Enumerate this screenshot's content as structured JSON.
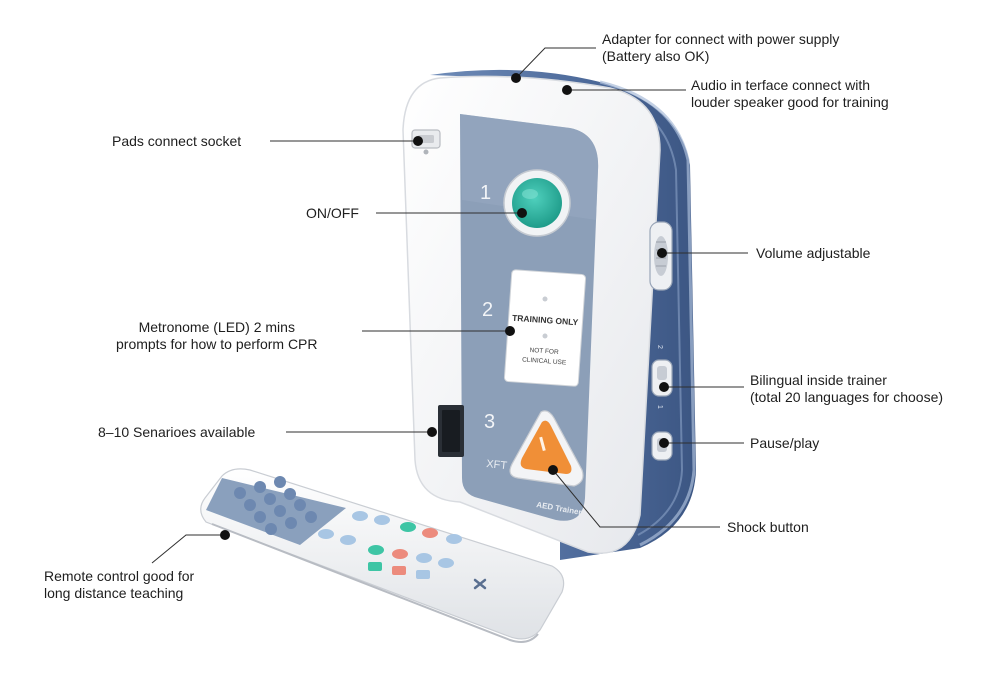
{
  "device": {
    "step_numbers": [
      "1",
      "2",
      "3"
    ],
    "training_panel": {
      "line1": "TRAINING ONLY",
      "line2": "NOT FOR",
      "line3": "CLINICAL USE"
    },
    "brand_text": "XFT",
    "model_text": "AED Trainer",
    "side_marks": [
      "2",
      "1"
    ]
  },
  "callouts": {
    "adapter": {
      "line1": "Adapter for connect with power supply",
      "line2": "(Battery also OK)"
    },
    "audio": {
      "line1": "Audio in terface connect with",
      "line2": "louder speaker good for training"
    },
    "pads": {
      "text": "Pads connect socket"
    },
    "onoff": {
      "text": "ON/OFF"
    },
    "volume": {
      "text": "Volume adjustable"
    },
    "metronome": {
      "line1": "Metronome (LED) 2 mins",
      "line2": "prompts for how to perform CPR"
    },
    "bilingual": {
      "line1": "Bilingual inside trainer",
      "line2": "(total 20 languages for choose)"
    },
    "scenarios": {
      "text": "8–10 Senarioes available"
    },
    "pause": {
      "text": "Pause/play"
    },
    "shock": {
      "text": "Shock button"
    },
    "remote": {
      "line1": "Remote control good for",
      "line2": "long distance teaching"
    }
  },
  "colors": {
    "body_white": "#f4f5f7",
    "body_blue": "#5b79a8",
    "panel_blue": "#8d9fb7",
    "power_button": "#2cae9c",
    "shock_button": "#f0943a",
    "leader_line": "#333333"
  }
}
